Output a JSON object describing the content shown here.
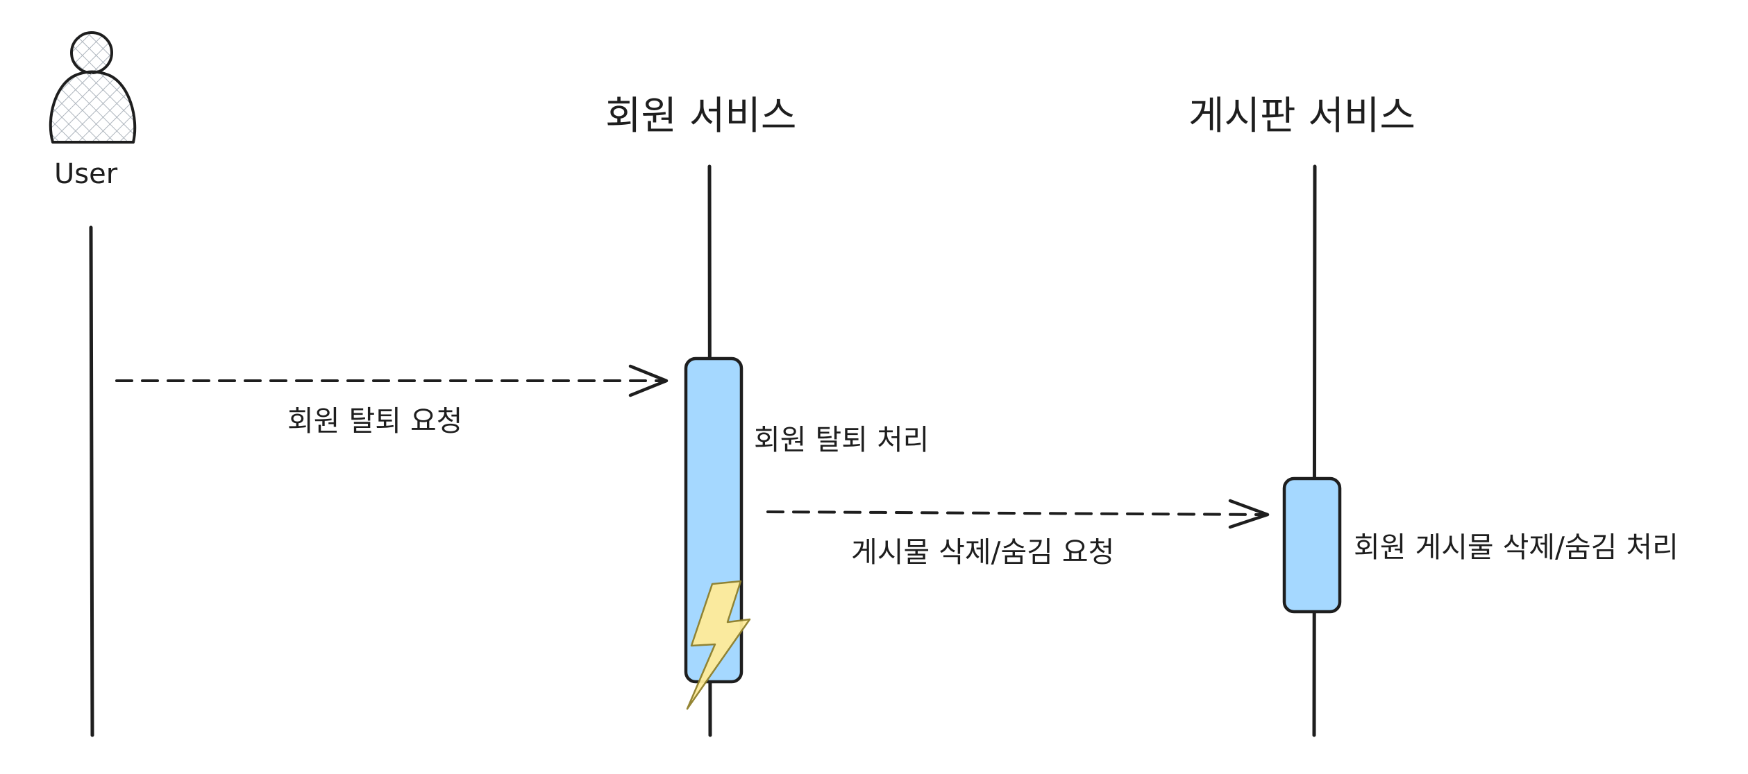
{
  "actor": {
    "name": "User"
  },
  "participants": [
    {
      "id": "member",
      "title": "회원 서비스"
    },
    {
      "id": "board",
      "title": "게시판 서비스"
    }
  ],
  "messages": {
    "withdraw_request": "회원 탈퇴 요청",
    "withdraw_process": "회원 탈퇴 처리",
    "post_delete_request": "게시물 삭제/숨김 요청",
    "post_delete_process": "회원 게시물 삭제/숨김 처리"
  },
  "colors": {
    "stroke": "#1e1e1e",
    "activation_fill": "#a5d8ff",
    "lightning_fill": "#ffec99",
    "lightning_stroke": "#c9a227",
    "actor_fill": "#dee2e6"
  },
  "icons": {
    "actor": "person-icon",
    "failure": "lightning-icon"
  }
}
